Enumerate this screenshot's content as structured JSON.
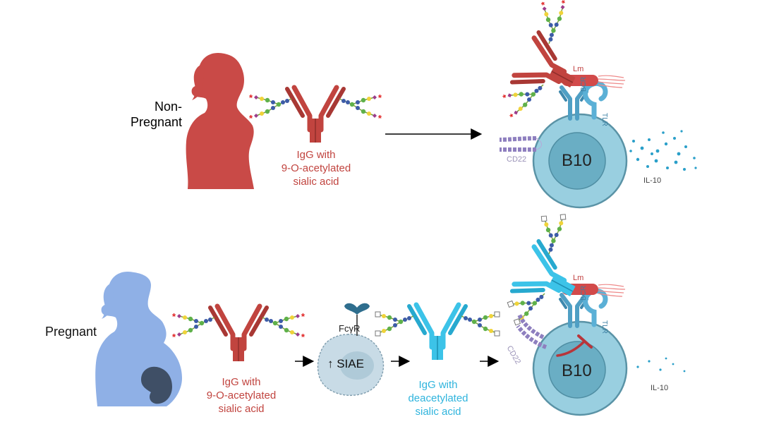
{
  "colors": {
    "igg_red": "#c1443f",
    "igg_blue": "#3cc3e8",
    "cell": "#99cfe0",
    "nucleus": "#6aaec4",
    "cell_edge": "#5a93a6",
    "receptor": "#4f9fc4",
    "lm": "#d24a4a",
    "cd22": "#8e7fbf",
    "il10": "#2a9fc9",
    "nonpregnant": "#c94a47",
    "pregnant": "#8fb0e6",
    "fetus": "#3f4f66",
    "macrophage": "#c8dbe6"
  },
  "top_panel": {
    "subject_label_line1": "Non-",
    "subject_label_line2": "Pregnant",
    "igg_label": [
      "IgG with",
      "9-O-acetylated",
      "sialic acid"
    ],
    "cell_label": "B10",
    "bcr_label": "BCR",
    "tlr_label": "TLR",
    "lm_label": "Lm",
    "cd22_label": "CD22",
    "il10_label": "IL-10"
  },
  "bottom_panel": {
    "subject_label": "Pregnant",
    "igg_label": [
      "IgG with",
      "9-O-acetylated",
      "sialic acid"
    ],
    "fcr_label": "FcγR",
    "siae_label": "↑ SIAE",
    "igg_deacetylated_label": [
      "IgG with",
      "deacetylated",
      "sialic acid"
    ],
    "cell_label": "B10",
    "bcr_label": "BCR",
    "tlr_label": "TLR",
    "lm_label": "Lm",
    "cd22_label": "CD22",
    "il10_label": "IL-10"
  }
}
